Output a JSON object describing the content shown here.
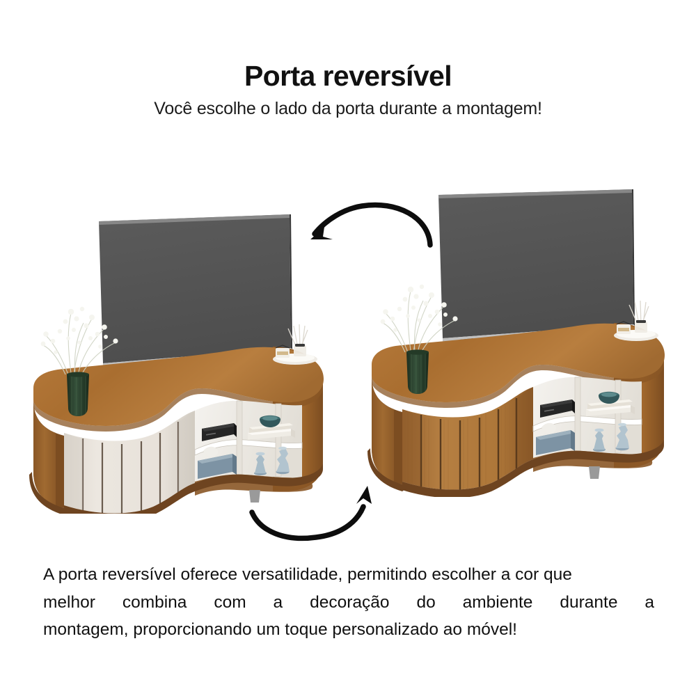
{
  "header": {
    "title": "Porta reversível",
    "subtitle": "Você escolhe o lado da porta durante a montagem!"
  },
  "footer": {
    "line1": "A porta reversível oferece versatilidade, permitindo escolher a cor que",
    "line2": "melhor combina com a decoração do ambiente durante a",
    "line3": "montagem,  proporcionando um toque personalizado ao móvel!",
    "full_text": "A porta reversível oferece versatilidade, permitindo escolher a cor que melhor combina com a decoração do ambiente durante a montagem, proporcionando um toque personalizado ao móvel!"
  },
  "colors": {
    "wood_top": "#a9702f",
    "wood_top_light": "#c08a49",
    "wood_body": "#a06a31",
    "wood_body_dark": "#8a5726",
    "wood_slat": "#b07a3c",
    "wood_shadow": "#6e4420",
    "door_offwhite": "#e8e3dc",
    "door_offwhite_dark": "#d6d0c6",
    "groove": "#4a3a2c",
    "shelf_white": "#f1efeb",
    "shelf_white_dark": "#dad6ce",
    "tv_screen": "#565656",
    "tv_screen_dark": "#4b4b4b",
    "tv_bezel": "#3a3a3a",
    "tv_bottom_edge": "#9a9a9a",
    "vase_glass": "#2e4630",
    "vase_glass_dark": "#1f3221",
    "flowers": "#f4f4ee",
    "bowl_teal": "#3e6a6d",
    "decor_blue": "#8fa7b8",
    "decor_blue_light": "#b7c6d1",
    "box_blue": "#7f96a6",
    "console_black": "#232323",
    "foot_gray": "#9a9a9a",
    "arrow": "#0d0d0d",
    "text": "#111111",
    "background": "#ffffff"
  },
  "units": [
    {
      "id": "left",
      "name": "tv-stand-offwhite-door",
      "door_side": "left",
      "door_color_name": "off-white",
      "door_finish": "slatted",
      "body_material": "wood"
    },
    {
      "id": "right",
      "name": "tv-stand-wood-door",
      "door_side": "left",
      "door_color_name": "wood",
      "door_finish": "slatted",
      "body_material": "wood"
    }
  ],
  "decor": {
    "vase_plant": "dark green ribbed glass vase with white baby's breath",
    "diffuser": "reed diffuser on white tray",
    "media_console": "black media player",
    "books": "stack of light books",
    "bowl": "teal ceramic bowl",
    "candlesticks": "two blue-gray turned candlesticks",
    "storage_box": "blue-gray storage box",
    "tv": "flat screen television"
  },
  "arrows": [
    {
      "name": "arrow-right-to-left",
      "direction": "right-to-left",
      "curve": "arc-over"
    },
    {
      "name": "arrow-left-to-right",
      "direction": "left-to-right",
      "curve": "arc-under"
    }
  ]
}
